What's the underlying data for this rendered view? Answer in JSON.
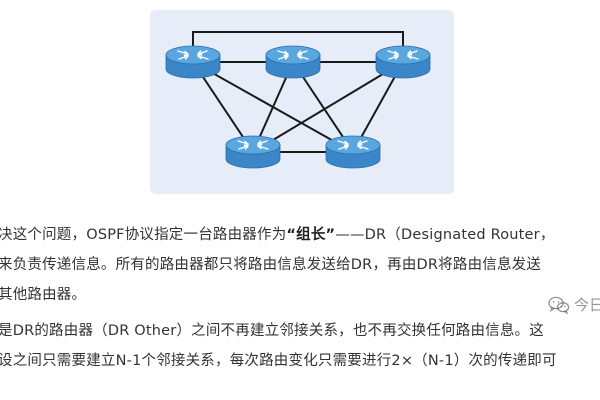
{
  "colors": {
    "figure_background": "#e6edf8",
    "router_body": "#3a86c8",
    "router_top": "#5aa7e0",
    "link_line": "#1a1a1a",
    "text": "#333333"
  },
  "figure": {
    "icon": "router-icon",
    "routers": [
      {
        "id": "router-top-left"
      },
      {
        "id": "router-top-middle"
      },
      {
        "id": "router-top-right"
      },
      {
        "id": "router-bottom-left"
      },
      {
        "id": "router-bottom-right"
      }
    ],
    "links": [
      [
        "router-top-left",
        "router-top-middle"
      ],
      [
        "router-top-middle",
        "router-top-right"
      ],
      [
        "router-top-left",
        "router-top-right"
      ],
      [
        "router-top-left",
        "router-bottom-left"
      ],
      [
        "router-top-left",
        "router-bottom-right"
      ],
      [
        "router-top-middle",
        "router-bottom-left"
      ],
      [
        "router-top-middle",
        "router-bottom-right"
      ],
      [
        "router-top-right",
        "router-bottom-left"
      ],
      [
        "router-top-right",
        "router-bottom-right"
      ],
      [
        "router-bottom-left",
        "router-bottom-right"
      ]
    ]
  },
  "article": {
    "line1_before": "决这个问题，OSPF协议指定一台路由器作为",
    "line1_emphasis": "“组长”",
    "line1_after": "——DR（Designated Router，",
    "line2": "来负责传递信息。所有的路由器都只将路由信息发送给DR，再由DR将路由信息发送",
    "line3": "其他路由器。",
    "line4": "是DR的路由器（DR Other）之间不再建立邻接关系，也不再交换任何路由信息。这",
    "line5": "设之间只需要建立N-1个邻接关系，每次路由变化只需要进行2×（N-1）次的传递即可"
  },
  "watermark": {
    "icon": "wechat-icon",
    "text": "今日"
  }
}
